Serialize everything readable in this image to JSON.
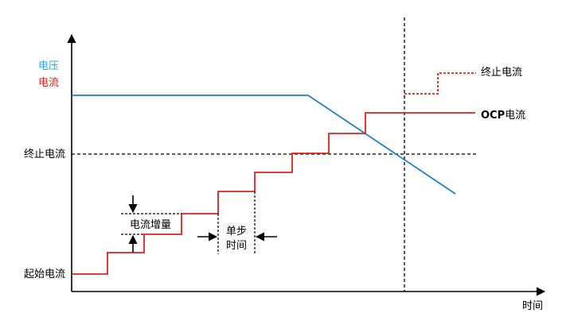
{
  "labels": {
    "voltage": "电压",
    "current": "电流",
    "end_current_left": "终止电流",
    "start_current": "起始电流",
    "time": "时间",
    "end_current_right": "终止电流",
    "ocp_current_prefix": "OCP",
    "ocp_current_suffix": "电流",
    "current_increment": "电流增量",
    "step_time_line1": "单步",
    "step_time_line2": "时间"
  },
  "colors": {
    "voltage": "#1f7fc6",
    "voltage_label": "#33a4e0",
    "current": "#e0201b",
    "axis": "#000000"
  }
}
